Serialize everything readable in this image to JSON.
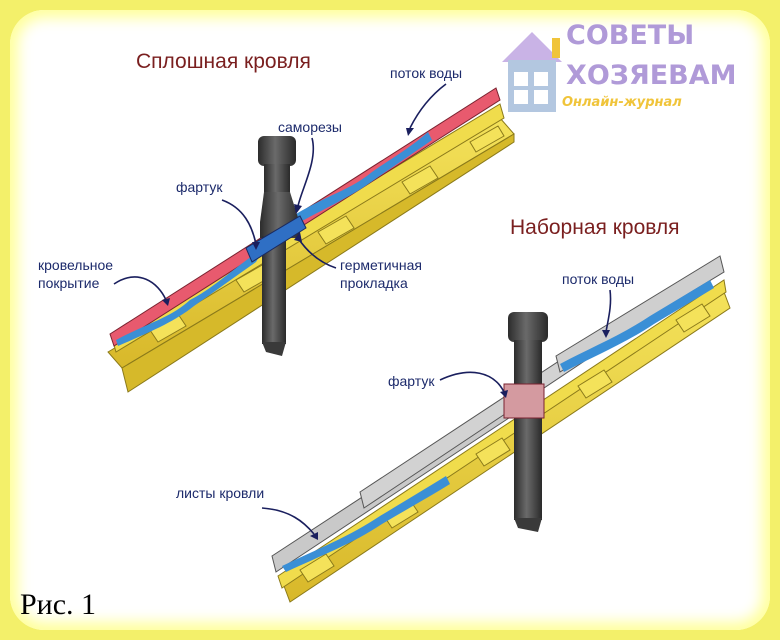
{
  "logo": {
    "line1": "СОВЕТЫ",
    "line2": "ХОЗЯЕВАМ",
    "subtitle": "Онлайн-журнал",
    "icon": "house-icon"
  },
  "diagram1": {
    "title": "Сплошная кровля",
    "labels": {
      "water_flow": "поток воды",
      "screws": "саморезы",
      "apron": "фартук",
      "roof_covering_l1": "кровельное",
      "roof_covering_l2": "покрытие",
      "sealing_l1": "герметичная",
      "sealing_l2": "прокладка"
    }
  },
  "diagram2": {
    "title": "Наборная кровля",
    "labels": {
      "water_flow": "поток воды",
      "apron": "фартук",
      "roof_sheets": "листы кровли"
    }
  },
  "figure_label": "Рис. 1",
  "colors": {
    "wood": "#e8d23a",
    "covering": "#e85a6e",
    "water": "#3a8fd6",
    "pipe": "#3e3e3e",
    "sheet": "#c9c9c9",
    "title": "#7a1f1f",
    "label": "#1c2a6b"
  }
}
